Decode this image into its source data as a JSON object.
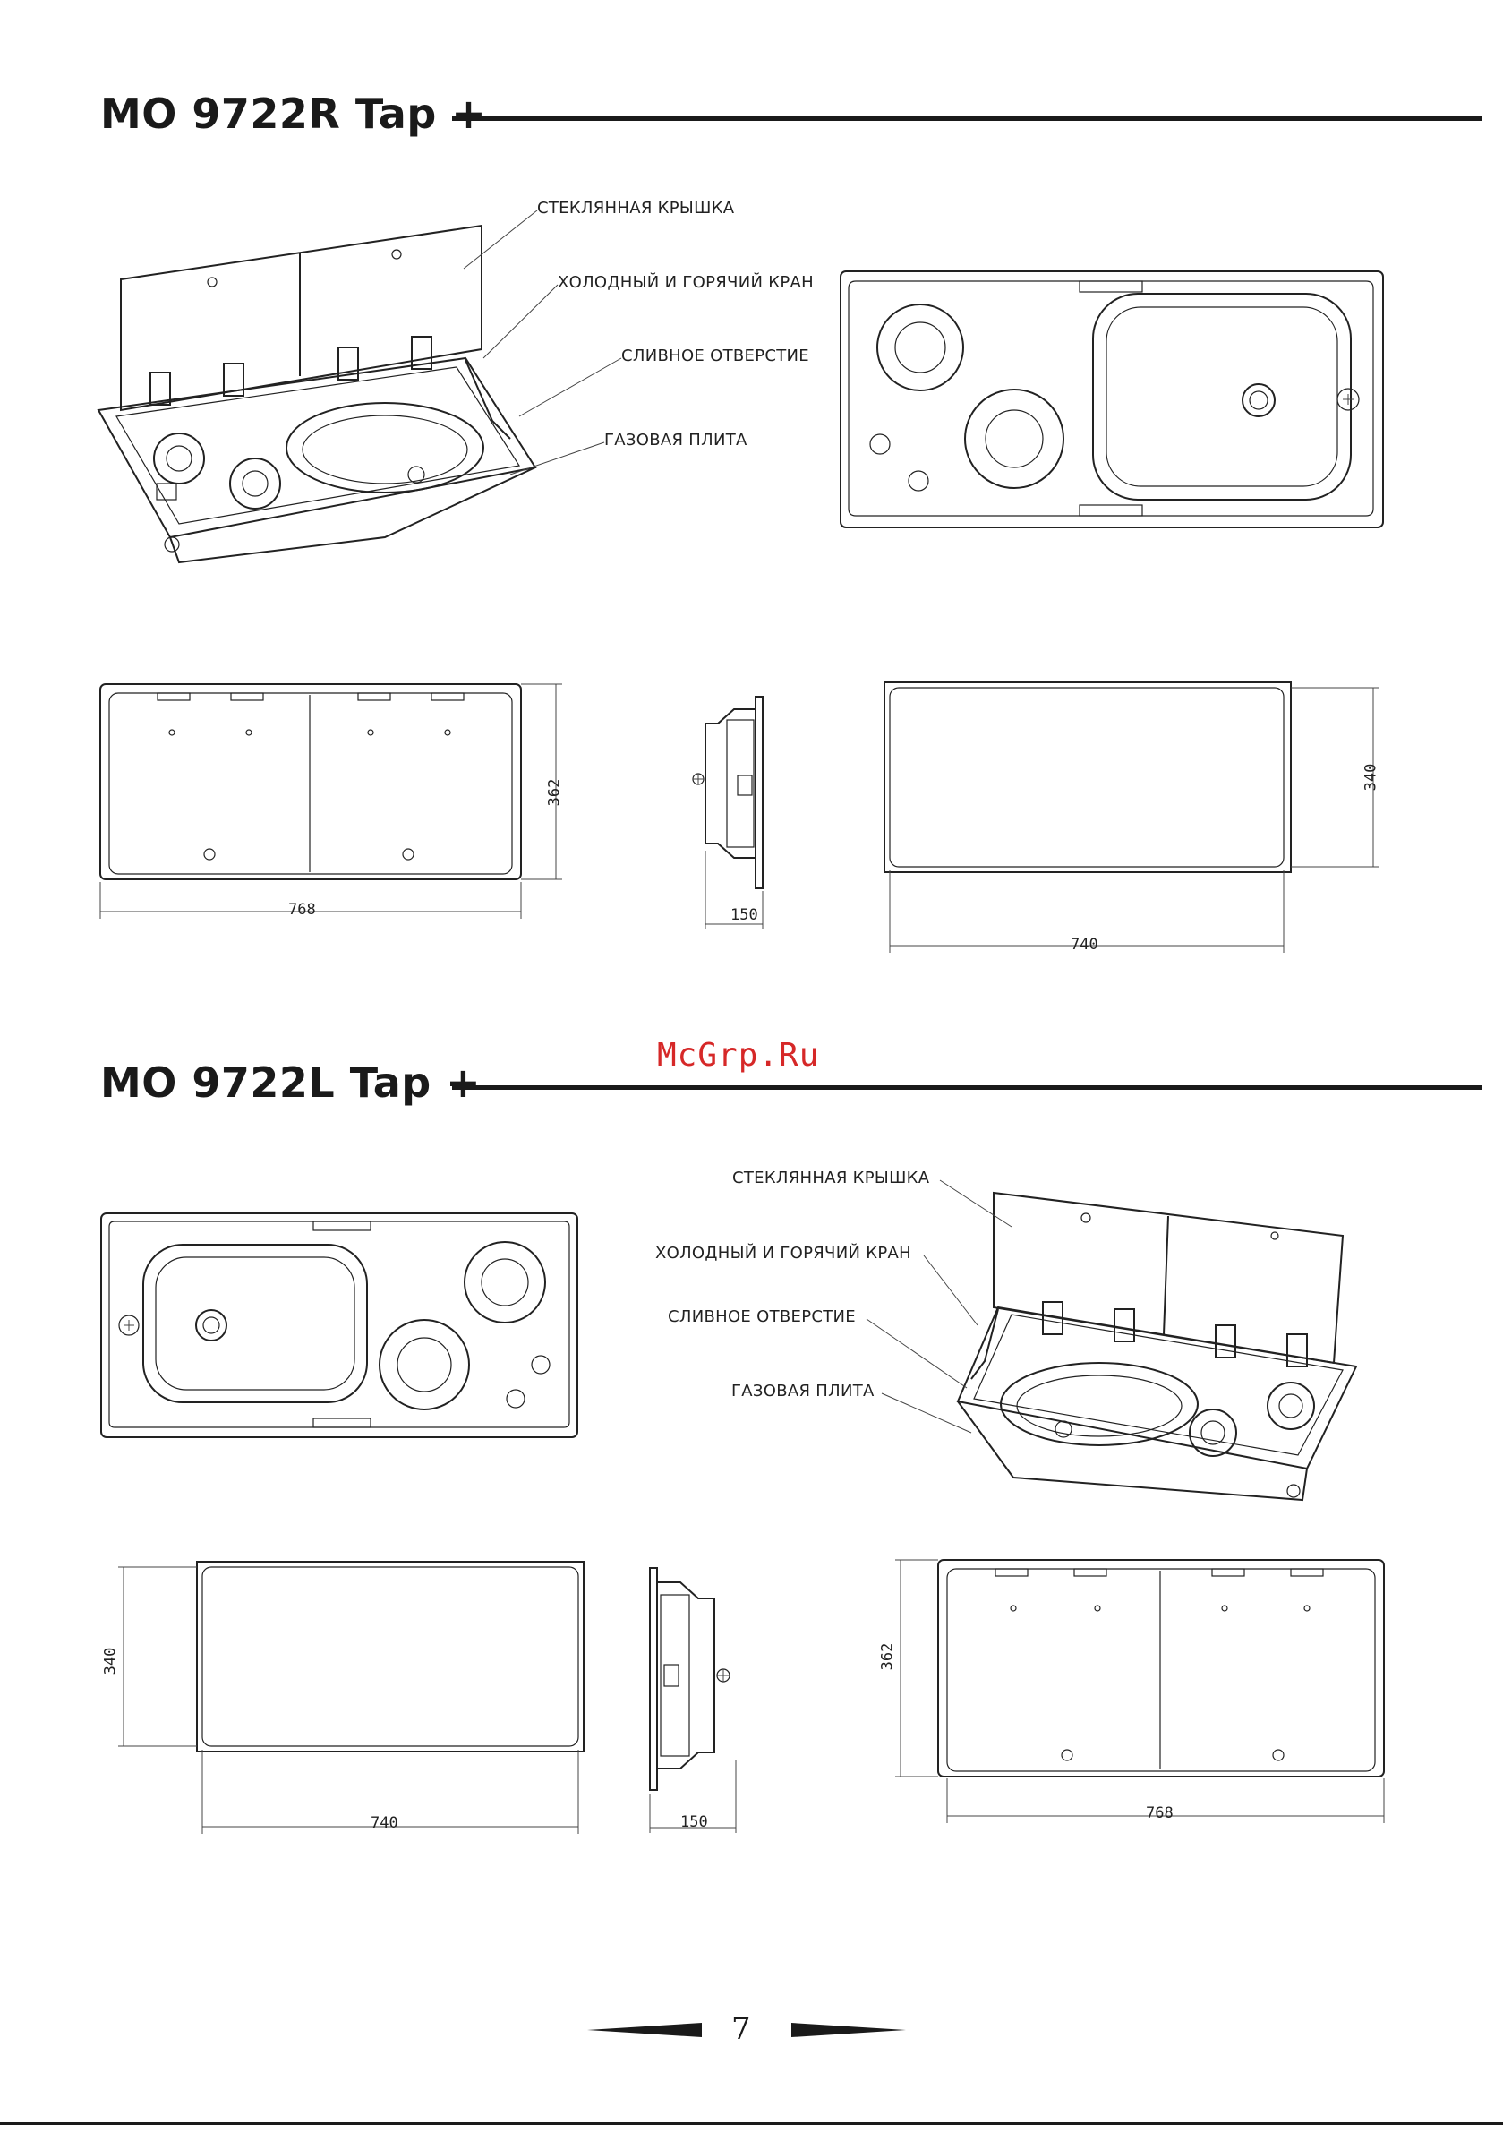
{
  "sections": [
    {
      "title": "MO 9722R Tap +",
      "callouts": [
        "СТЕКЛЯННАЯ КРЫШКА",
        "ХОЛОДНЫЙ И ГОРЯЧИЙ КРАН",
        "СЛИВНОЕ ОТВЕРСТИЕ",
        "ГАЗОВАЯ ПЛИТА"
      ],
      "dimensions": {
        "width_lid": "768",
        "height_lid": "362",
        "depth": "150",
        "cutout_width": "740",
        "cutout_height": "340"
      }
    },
    {
      "title": "MO 9722L Tap +",
      "callouts": [
        "СТЕКЛЯННАЯ КРЫШКА",
        "ХОЛОДНЫЙ И ГОРЯЧИЙ КРАН",
        "СЛИВНОЕ ОТВЕРСТИЕ",
        "ГАЗОВАЯ ПЛИТА"
      ],
      "dimensions": {
        "width_lid": "768",
        "height_lid": "362",
        "depth": "150",
        "cutout_width": "740",
        "cutout_height": "340"
      }
    }
  ],
  "watermark": "McGrp.Ru",
  "page_number": "7",
  "colors": {
    "ink": "#1a1a1a",
    "watermark": "#d62828",
    "background": "#ffffff"
  }
}
